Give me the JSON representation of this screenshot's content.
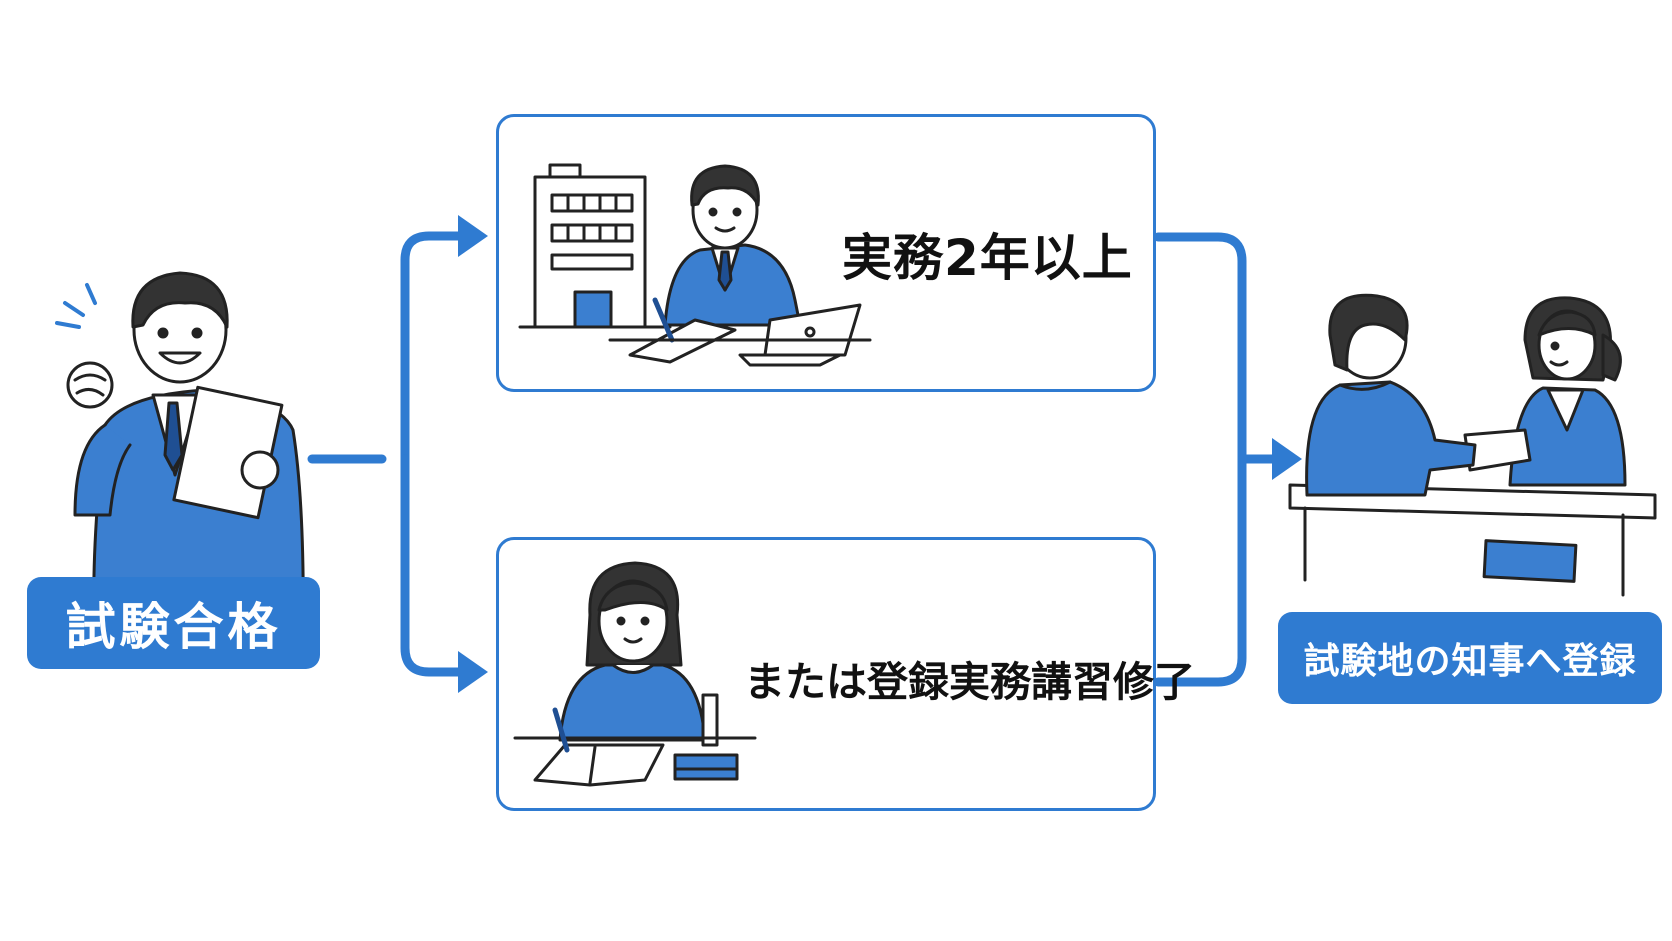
{
  "labels": {
    "start": "試験合格",
    "end": "試験地の知事へ登録"
  },
  "routes": {
    "top": "実務2年以上",
    "bottom": "または登録実務講習修了"
  },
  "colors": {
    "accent": "#2f7bd1",
    "accent_fill": "#3b7fd0",
    "text": "#111111",
    "line": "#222222"
  }
}
